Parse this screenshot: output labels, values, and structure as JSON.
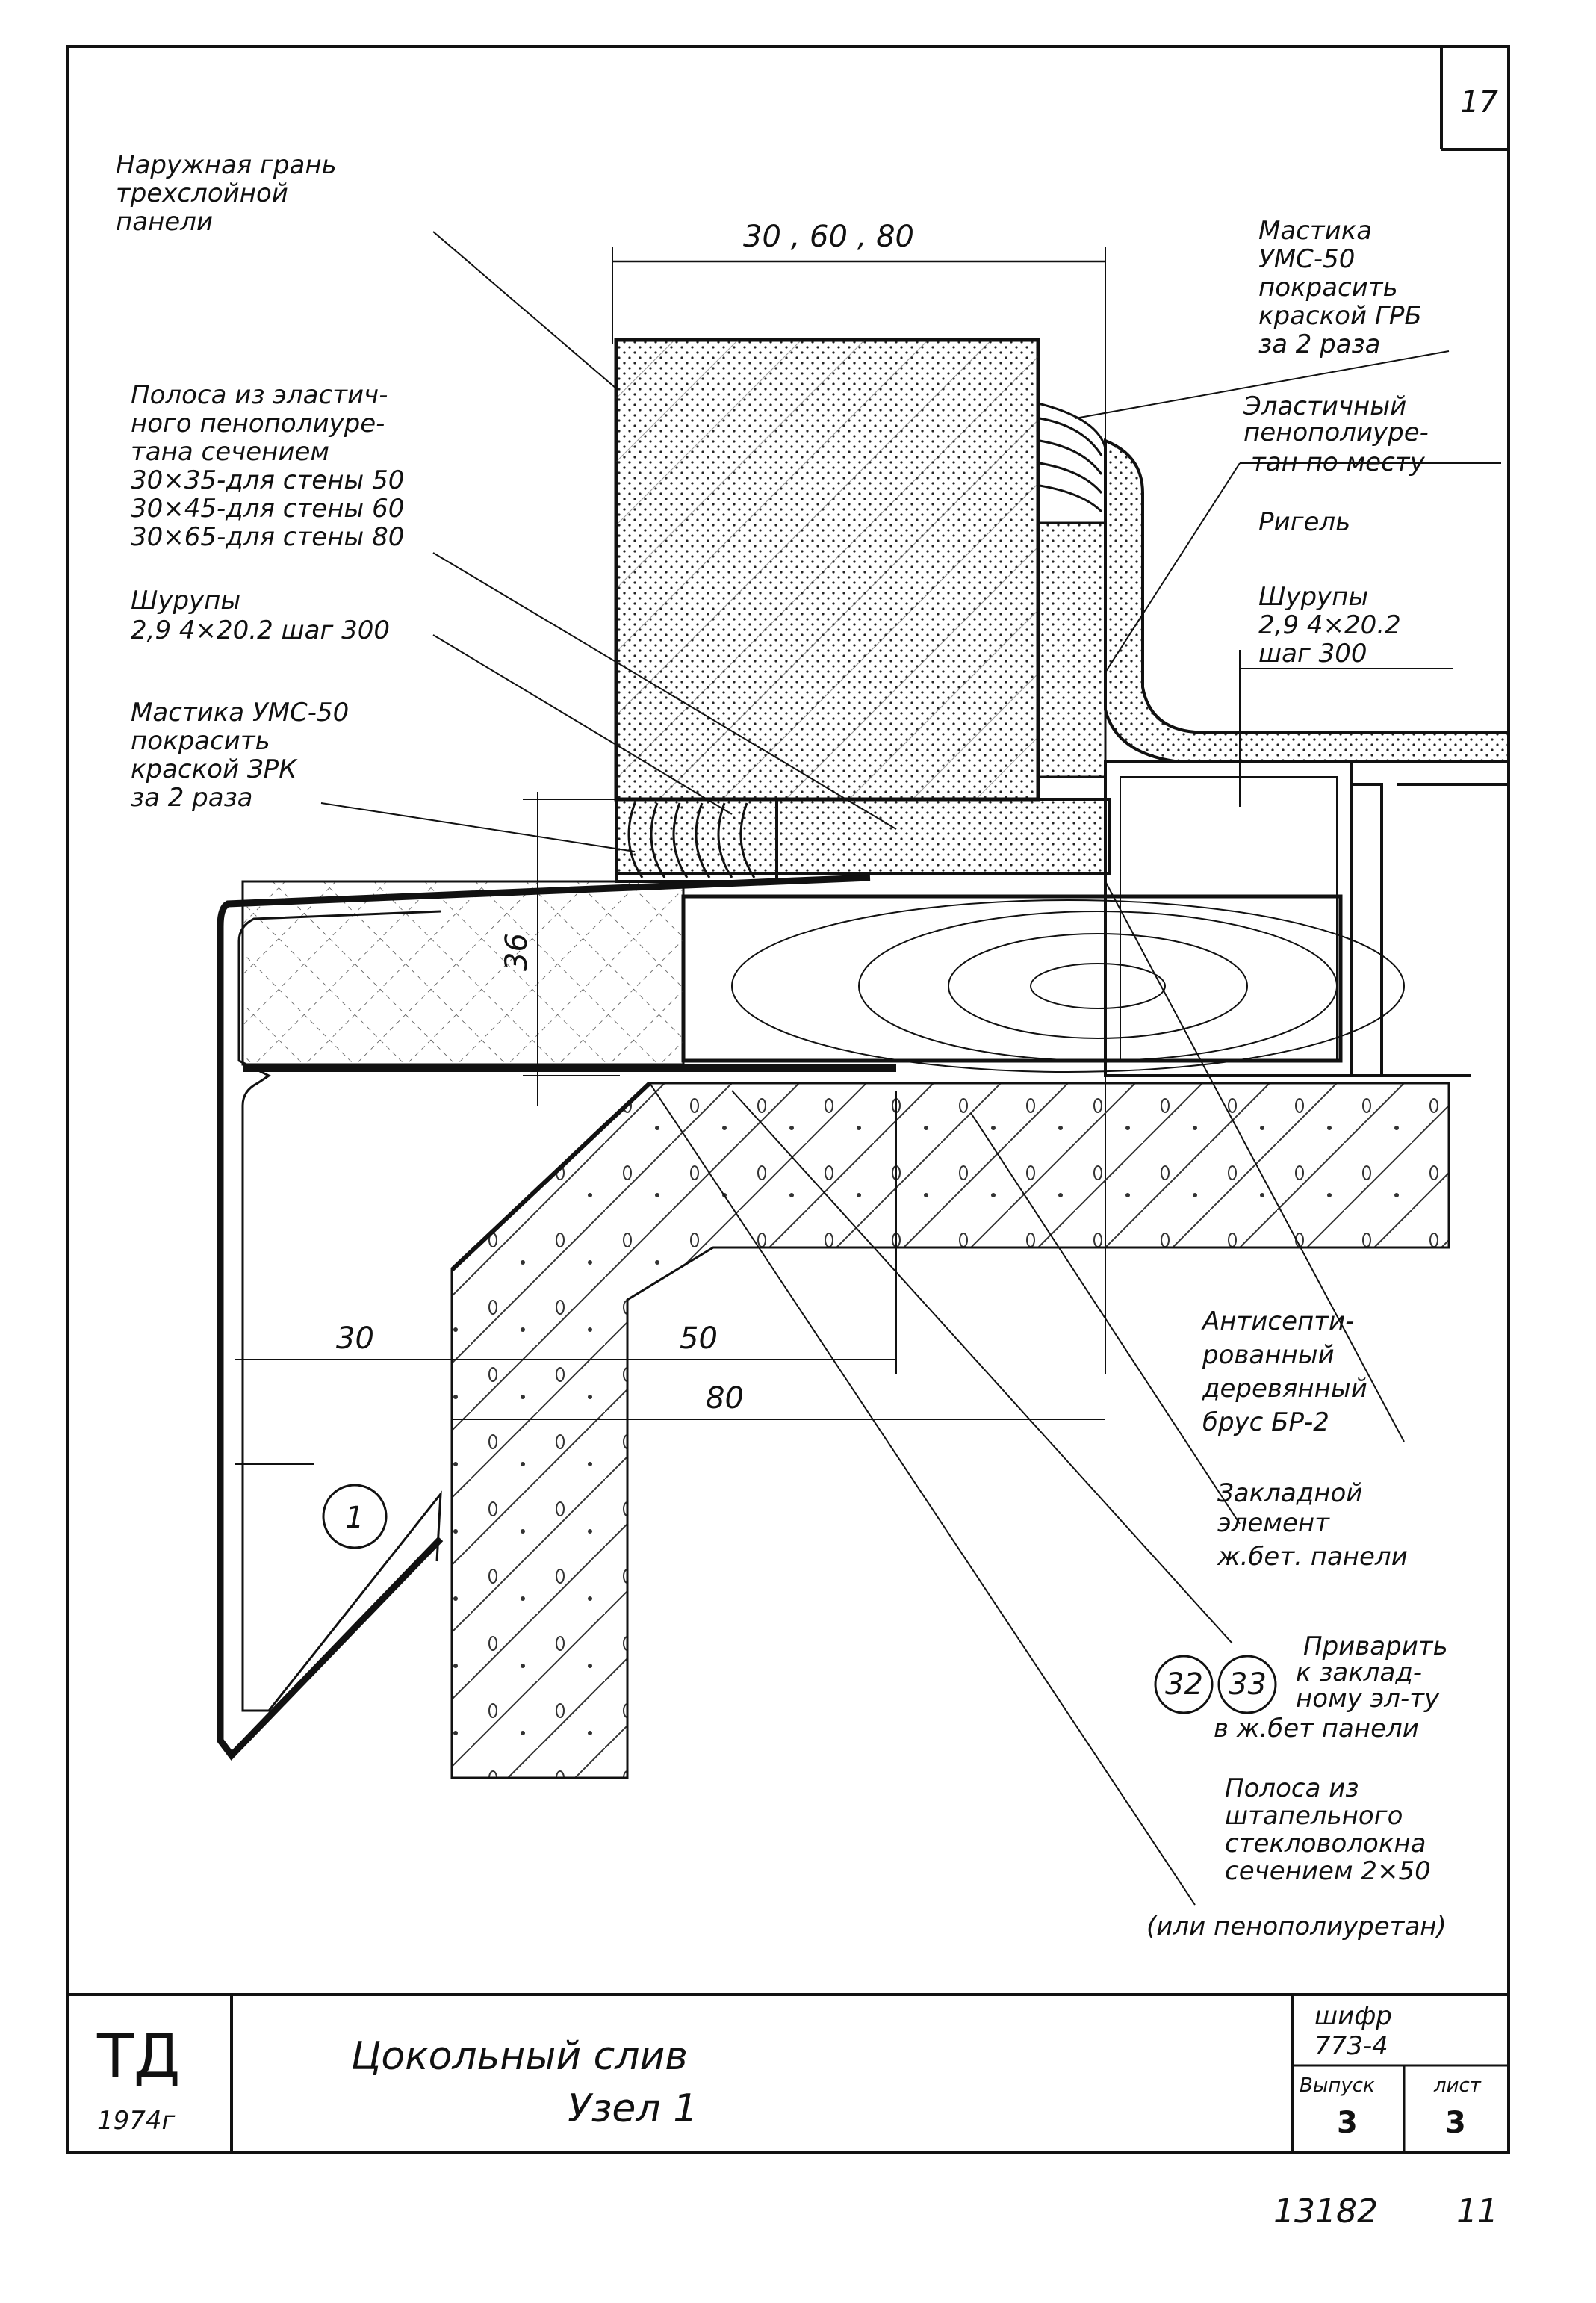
{
  "sheet": {
    "page_mark": "17",
    "scan_stamp": "13182",
    "scan_page": "11"
  },
  "labels": {
    "outer_face": [
      "Наружная грань",
      "трехслойной",
      "панели"
    ],
    "strip_elastic": [
      "Полоса из эластич-",
      "ного пенополиуре-",
      "тана сечением",
      "30×35-для стены 50",
      "30×45-для стены 60",
      "30×65-для стены 80"
    ],
    "screws_left": [
      "Шурупы",
      "2,9 4×20.2 шаг 300"
    ],
    "mastic_left": [
      "Мастика УМС-50",
      "покрасить",
      "краской ЗРК",
      "за 2 раза"
    ],
    "mastic_right": [
      "Мастика",
      "УМС-50",
      "покрасить",
      "краской ГРБ",
      "за 2 раза"
    ],
    "elastic_right": [
      "Эластичный",
      "пенополиуре-",
      "тан по месту"
    ],
    "rivet": "Ригель",
    "screws_right": [
      "Шурупы",
      "2,9 4×20.2",
      "шаг 300"
    ],
    "antiseptic": [
      "Антисепти-",
      "рованный",
      "деревянный",
      "брус БР-2"
    ],
    "embedded": [
      "Закладной",
      "элемент",
      "ж.бет. панели"
    ],
    "weld": [
      "Приварить",
      "к заклад-",
      "ному эл-ту",
      "в ж.бет панели"
    ],
    "strip_fiber": [
      "Полоса из",
      "штапельного",
      "стекловолокна",
      "сечением 2×50"
    ],
    "alt_note": "(или пенополиуретан)",
    "callout_1": "1",
    "callout_32": "32",
    "callout_33": "33"
  },
  "dimensions": {
    "top_width": "30 , 60 , 80",
    "vert_36": "36",
    "d30": "30",
    "d50": "50",
    "d80": "80"
  },
  "title_block": {
    "org": "ТД",
    "year": "1974г",
    "title_line1": "Цокольный слив",
    "title_line2": "Узел 1",
    "code_label": "шифр",
    "code_value": "773-4",
    "issue_label": "Выпуск",
    "issue_value": "3",
    "sheet_label": "лист",
    "sheet_value": "3"
  }
}
